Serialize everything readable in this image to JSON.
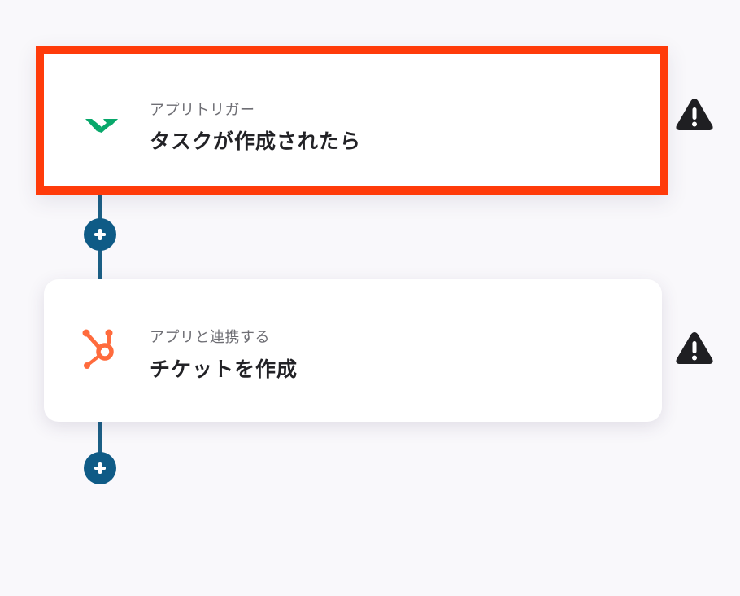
{
  "flow": {
    "steps": [
      {
        "app_icon": "wrike-checkmark-icon",
        "subtitle": "アプリトリガー",
        "title": "タスクが作成されたら",
        "selected": true,
        "warning_icon": "warning-icon"
      },
      {
        "app_icon": "hubspot-icon",
        "subtitle": "アプリと連携する",
        "title": "チケットを作成",
        "selected": false,
        "warning_icon": "warning-icon"
      }
    ],
    "add_step_icon": "plus-icon"
  },
  "colors": {
    "background": "#f9f8fb",
    "selection_border": "#ff3b0a",
    "connector": "#1b5f85",
    "add_button": "#0f5b86",
    "wrike_green": "#08a86b",
    "hubspot_orange": "#ff6b3d",
    "warning": "#1f1f22"
  }
}
